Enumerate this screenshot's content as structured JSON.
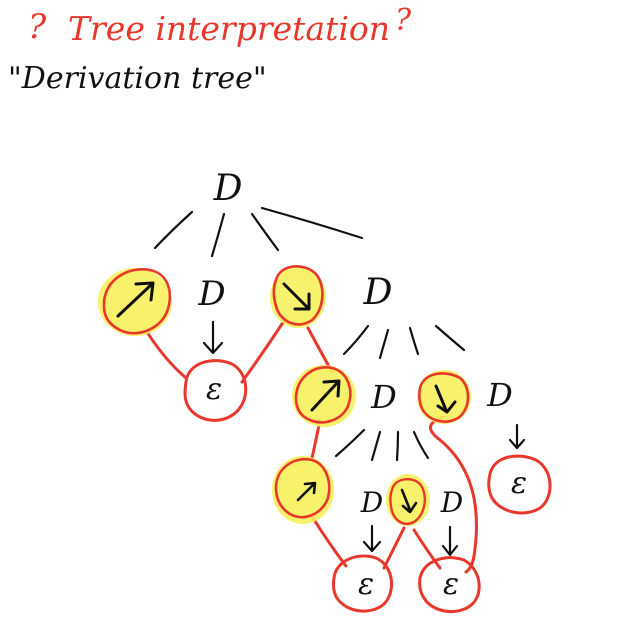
{
  "title": {
    "prefix": "?",
    "text": "Tree interpretation",
    "suffix": "?",
    "color": "#e8372b"
  },
  "subtitle": "\"Derivation   tree\"",
  "colors": {
    "ink": "#111111",
    "red": "#e8372b",
    "highlight": "#f6ef5c"
  },
  "symbols": {
    "nonterminal": "D",
    "epsilon": "ε",
    "up_arrow": "↗",
    "down_arrow": "↘"
  }
}
